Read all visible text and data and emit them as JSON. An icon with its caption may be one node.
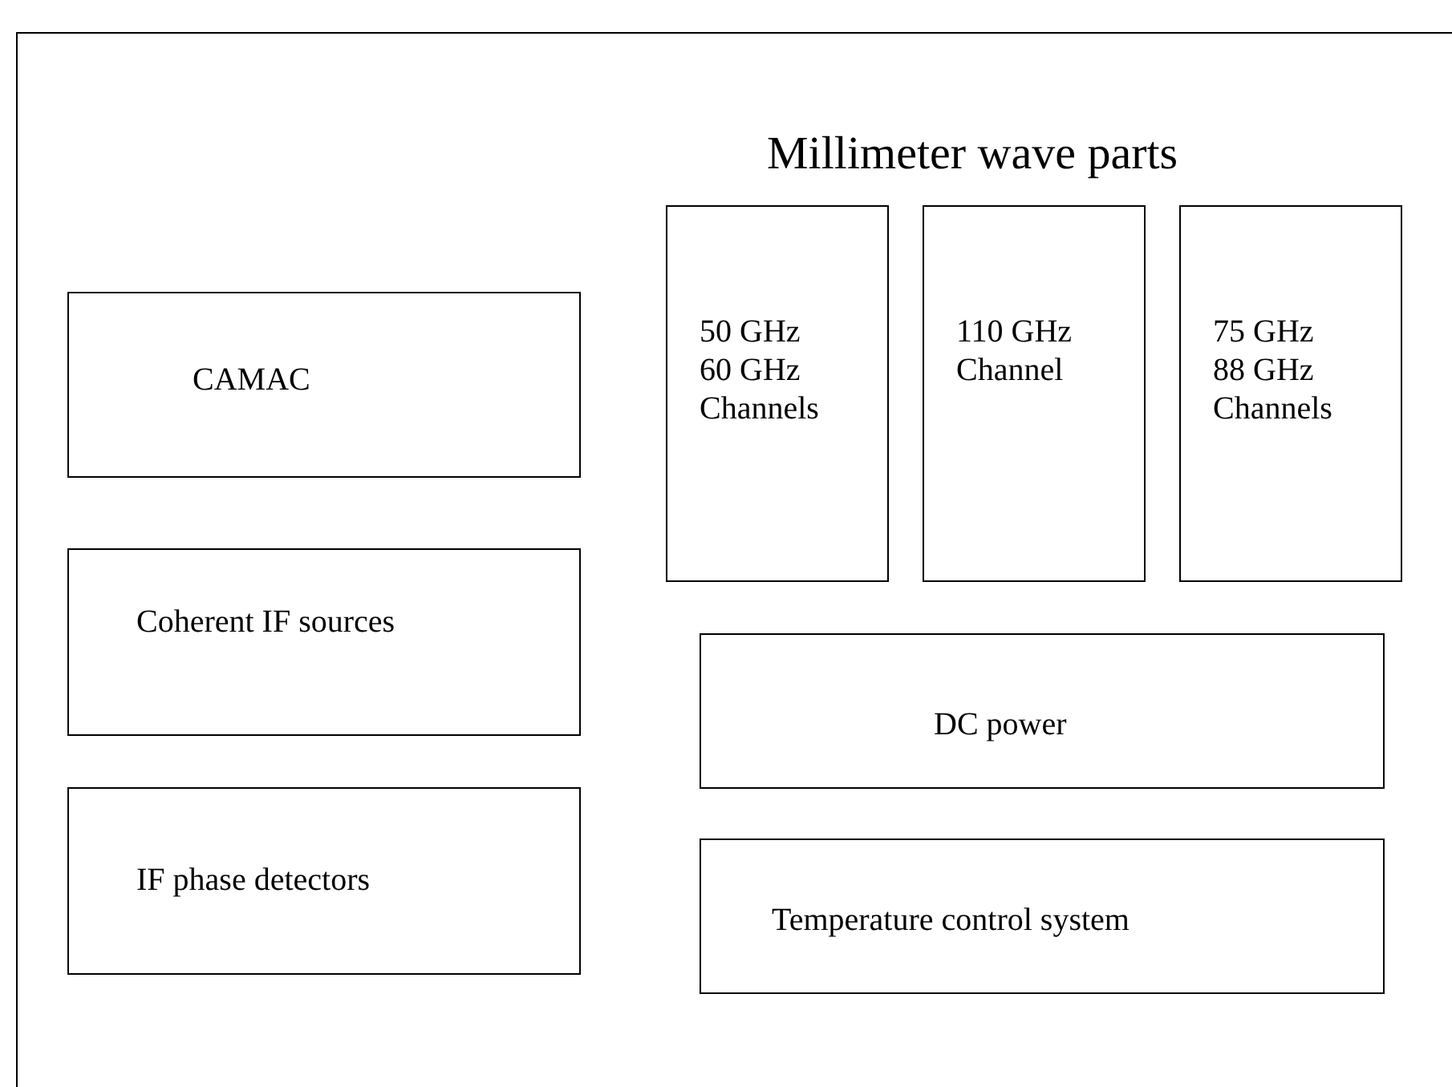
{
  "diagram": {
    "nodes": [
      {
        "text": [
          "CAMAC"
        ]
      },
      {
        "text": [
          "Coherent IF sources"
        ]
      },
      {
        "text": [
          "IF phase detectors"
        ]
      },
      {
        "text": [
          "50 GHz 60 GHz Channels"
        ]
      },
      {
        "text": [
          "110 GHz Channel"
        ]
      },
      {
        "text": [
          "75 GHz 88 GHz Channels"
        ]
      },
      {
        "text": [
          "DC power"
        ]
      },
      {
        "text": [
          "Temperature control system"
        ]
      }
    ],
    "edges": [],
    "labels": [
      "Millimeter wave parts"
    ]
  }
}
